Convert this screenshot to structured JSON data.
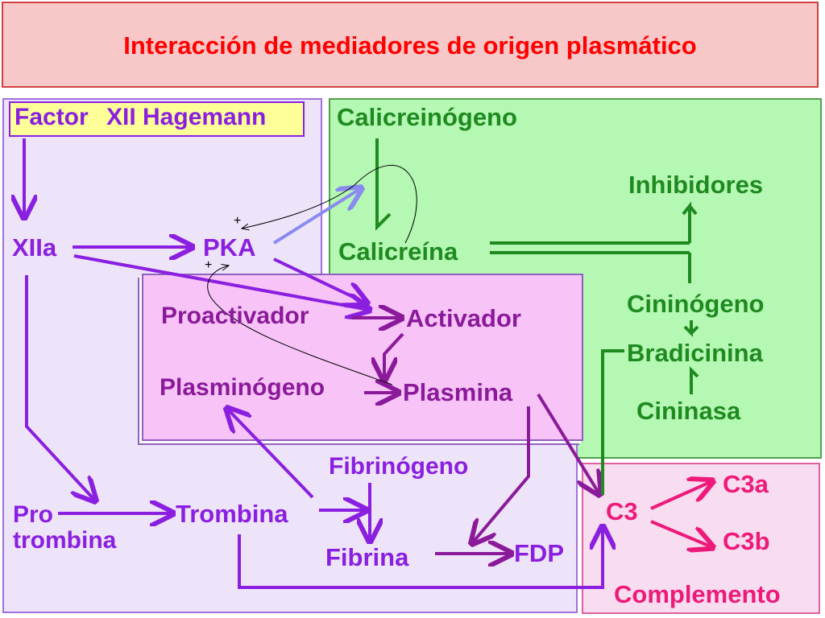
{
  "title": "Interacción de mediadores de origen plasmático",
  "nodes": {
    "factor_xii_part1": "Factor",
    "factor_xii_part2": "XII Hagemann",
    "xiia": "XIIa",
    "pka": "PKA",
    "plus_1": "+",
    "plus_2": "+",
    "calicreinogeno": "Calicreinógeno",
    "calicreina": "Calicreína",
    "inhibidores": "Inhibidores",
    "cininogeno": "Cininógeno",
    "bradicinina": "Bradicinina",
    "cininasa": "Cininasa",
    "proactivador": "Proactivador",
    "activador": "Activador",
    "plasminogeno": "Plasminógeno",
    "plasmina": "Plasmina",
    "fibrinogeno": "Fibrinógeno",
    "fibrina": "Fibrina",
    "fdp": "FDP",
    "protrombina_line1": "Pro",
    "protrombina_line2": "trombina",
    "trombina": "Trombina",
    "c3": "C3",
    "c3a": "C3a",
    "c3b": "C3b",
    "complemento": "Complemento"
  },
  "colors": {
    "title_bg": "#f8c8c8",
    "title_text": "#ff0000",
    "lavender": "#eee4fa",
    "green": "#b4f8b4",
    "magenta": "#f8c4f8",
    "pink": "#f8dcf0",
    "purple": "#8a1fe0",
    "dark_purple": "#8a1a9a",
    "green_text": "#1f8a1f",
    "pink_text": "#ee1a7a"
  }
}
